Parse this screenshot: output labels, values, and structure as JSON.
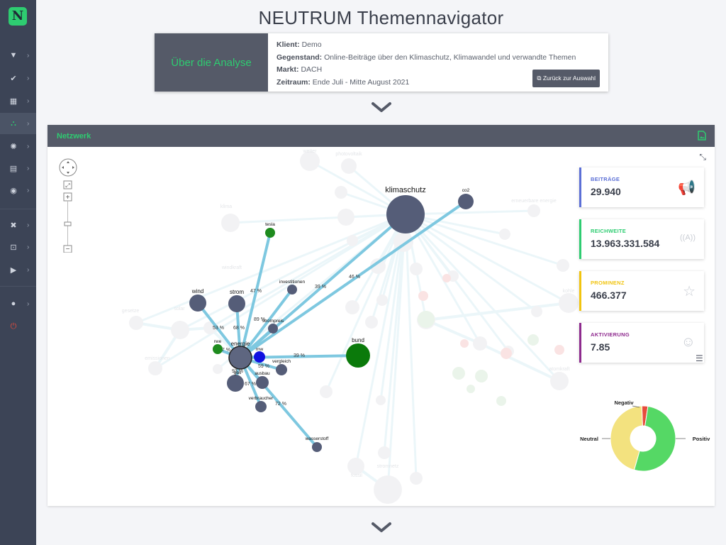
{
  "app": {
    "logo_letter": "N",
    "title": "NEUTRUM Themennavigator"
  },
  "sidebar": {
    "items": [
      {
        "name": "filter",
        "icon": "▼"
      },
      {
        "name": "check",
        "icon": "✔"
      },
      {
        "name": "calculator",
        "icon": "▦"
      },
      {
        "name": "network",
        "icon": "⛬",
        "active": true
      },
      {
        "name": "lightbulb",
        "icon": "✺"
      },
      {
        "name": "id-card",
        "icon": "▤"
      },
      {
        "name": "eye",
        "icon": "◉"
      },
      {
        "name": "tools",
        "icon": "✖"
      },
      {
        "name": "lock",
        "icon": "⊡"
      },
      {
        "name": "play",
        "icon": "▶"
      },
      {
        "name": "user",
        "icon": "●"
      },
      {
        "name": "power",
        "icon": "⏻"
      }
    ]
  },
  "info": {
    "heading": "Über die Analyse",
    "client_label": "Klient:",
    "client_value": "Demo",
    "subject_label": "Gegenstand:",
    "subject_value": "Online-Beiträge über den Klimaschutz, Klimawandel und verwandte Themen",
    "market_label": "Markt:",
    "market_value": "DACH",
    "period_label": "Zeitraum:",
    "period_value": "Ende Juli - Mitte August 2021",
    "back_button": "Zurück zur Auswahl"
  },
  "panel": {
    "title": "Netzwerk"
  },
  "stats": [
    {
      "label": "BEITRÄGE",
      "value": "29.940",
      "color": "#5b6fd6",
      "icon": "megaphone-icon",
      "glyph": "📢"
    },
    {
      "label": "REICHWEITE",
      "value": "13.963.331.584",
      "color": "#2ecc71",
      "icon": "antenna-icon",
      "glyph": "((A))"
    },
    {
      "label": "PROMINENZ",
      "value": "466.377",
      "color": "#f1c40f",
      "icon": "star-icon",
      "glyph": "☆"
    },
    {
      "label": "AKTIVIERUNG",
      "value": "7.85",
      "color": "#8e2a8e",
      "icon": "smile-icon",
      "glyph": "☺"
    }
  ],
  "sentiment": {
    "labels": {
      "negative": "Negativ",
      "neutral": "Neutral",
      "positive": "Positiv"
    },
    "values": {
      "negative": 3,
      "neutral": 45,
      "positive": 52
    },
    "colors": {
      "negative": "#e74c3c",
      "neutral": "#f3e27f",
      "positive": "#55d865"
    }
  },
  "network": {
    "nodes": [
      {
        "id": "klimaschutz",
        "label": "klimaschutz",
        "r": 27,
        "color": "#555d78"
      },
      {
        "id": "co2",
        "label": "co2",
        "r": 11,
        "color": "#555d78"
      },
      {
        "id": "tesla",
        "label": "tesla",
        "r": 7,
        "color": "#1e8b1e"
      },
      {
        "id": "investitionen",
        "label": "investitionen",
        "r": 7,
        "color": "#555d78"
      },
      {
        "id": "wind",
        "label": "wind",
        "r": 12,
        "color": "#555d78"
      },
      {
        "id": "strom",
        "label": "strom",
        "r": 12,
        "color": "#555d78"
      },
      {
        "id": "stromspreis",
        "label": "strompreis",
        "r": 7,
        "color": "#555d78"
      },
      {
        "id": "rwe",
        "label": "rwe",
        "r": 7,
        "color": "#1e8b1e"
      },
      {
        "id": "energie",
        "label": "energie",
        "r": 16,
        "color": "#555d78"
      },
      {
        "id": "rnw",
        "label": "rnw",
        "r": 8,
        "color": "#1010e0"
      },
      {
        "id": "vergleich",
        "label": "vergleich",
        "r": 8,
        "color": "#555d78"
      },
      {
        "id": "ausbau",
        "label": "ausbau",
        "r": 9,
        "color": "#555d78"
      },
      {
        "id": "gas",
        "label": "gas",
        "r": 12,
        "color": "#555d78"
      },
      {
        "id": "verbraucher",
        "label": "verbraucher",
        "r": 8,
        "color": "#555d78"
      },
      {
        "id": "wasserstoff",
        "label": "wasserstoff",
        "r": 7,
        "color": "#555d78"
      },
      {
        "id": "bund",
        "label": "bund",
        "r": 17,
        "color": "#0b7a0b"
      }
    ],
    "edges": [
      {
        "from": "energie",
        "to": "klimaschutz",
        "label": "39 %"
      },
      {
        "from": "energie",
        "to": "co2",
        "label": "46 %"
      },
      {
        "from": "energie",
        "to": "tesla",
        "label": "47 %"
      },
      {
        "from": "energie",
        "to": "investitionen",
        "label": ""
      },
      {
        "from": "energie",
        "to": "wind",
        "label": "53 %"
      },
      {
        "from": "energie",
        "to": "strom",
        "label": "68 %"
      },
      {
        "from": "energie",
        "to": "stromspreis",
        "label": "89 %"
      },
      {
        "from": "energie",
        "to": "rwe",
        "label": "77 %"
      },
      {
        "from": "energie",
        "to": "rnw",
        "label": ""
      },
      {
        "from": "energie",
        "to": "bund",
        "label": "39 %"
      },
      {
        "from": "energie",
        "to": "vergleich",
        "label": ""
      },
      {
        "from": "energie",
        "to": "ausbau",
        "label": "59 %"
      },
      {
        "from": "energie",
        "to": "gas",
        "label": "93 %"
      },
      {
        "from": "energie",
        "to": "verbraucher",
        "label": "67 %"
      },
      {
        "from": "energie",
        "to": "wasserstoff",
        "label": "72 %"
      }
    ],
    "faded_labels": [
      "wetter",
      "klima",
      "windkraft",
      "photovoltaik",
      "solar",
      "gesetze",
      "emissionen",
      "stromnetz",
      "fossil",
      "atomkraft",
      "kohle",
      "erneuerbare energie"
    ]
  }
}
